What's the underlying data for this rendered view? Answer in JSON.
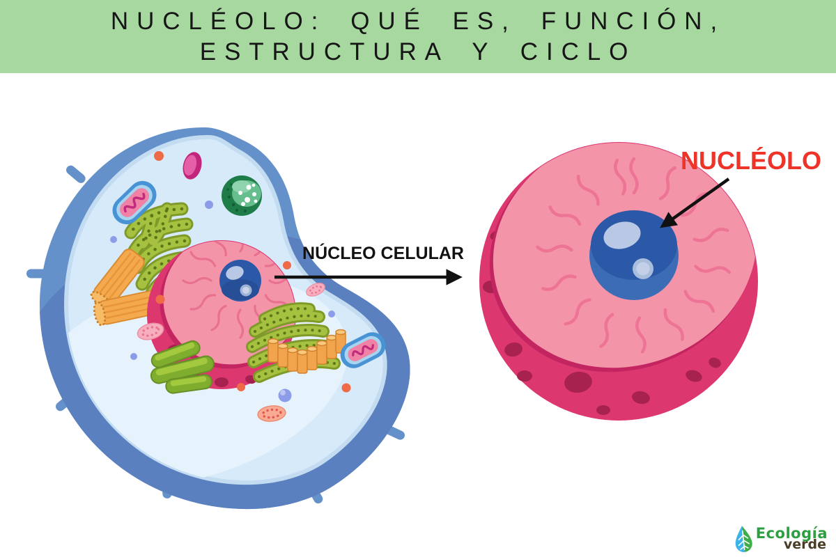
{
  "header": {
    "line1": "NUCLÉOLO: QUÉ ES, FUNCIÓN,",
    "line2": "ESTRUCTURA Y CICLO"
  },
  "labels": {
    "nucleo_celular": "NÚCLEO CELULAR",
    "nucleolo": "NUCLÉOLO"
  },
  "logo": {
    "icon": "leaf-icon",
    "brand_top": "Ecología",
    "brand_bottom": "verde"
  },
  "colors": {
    "banner_green": "#a6d89f",
    "title_text": "#161616",
    "label_black": "#121212",
    "nucleolo_red": "#ee3429",
    "cell_blue": "#6591ca",
    "cell_blue_dark": "#5a80bf",
    "cell_rim": "#c3dcf1",
    "cytoplasm": "#d6eafa",
    "cytoplasm_light": "#e7f3fc",
    "nucleus_magenta": "#dd3770",
    "nucleus_spot": "#a62150",
    "nucleus_pink": "#f394a9",
    "nucleus_squiggle": "#ee7495",
    "nucleolus_blue": "#2b58a7",
    "nucleolus_highlight": "#b9c8e4",
    "er_olive": "#a6c140",
    "golgi_green": "#7fae2e",
    "centriole_orange": "#f5a94f",
    "mitochondrion_blue": "#4893d4",
    "mitochondrion_pink": "#ef82a5",
    "vesicle_green": "#1e7c49",
    "lysosome_magenta": "#c2267c",
    "dot_orange": "#ef6a47",
    "dot_lavender": "#8d9ce8",
    "arrow_black": "#111111",
    "logo_green": "#2f9e41",
    "logo_brown": "#4a3d27"
  }
}
